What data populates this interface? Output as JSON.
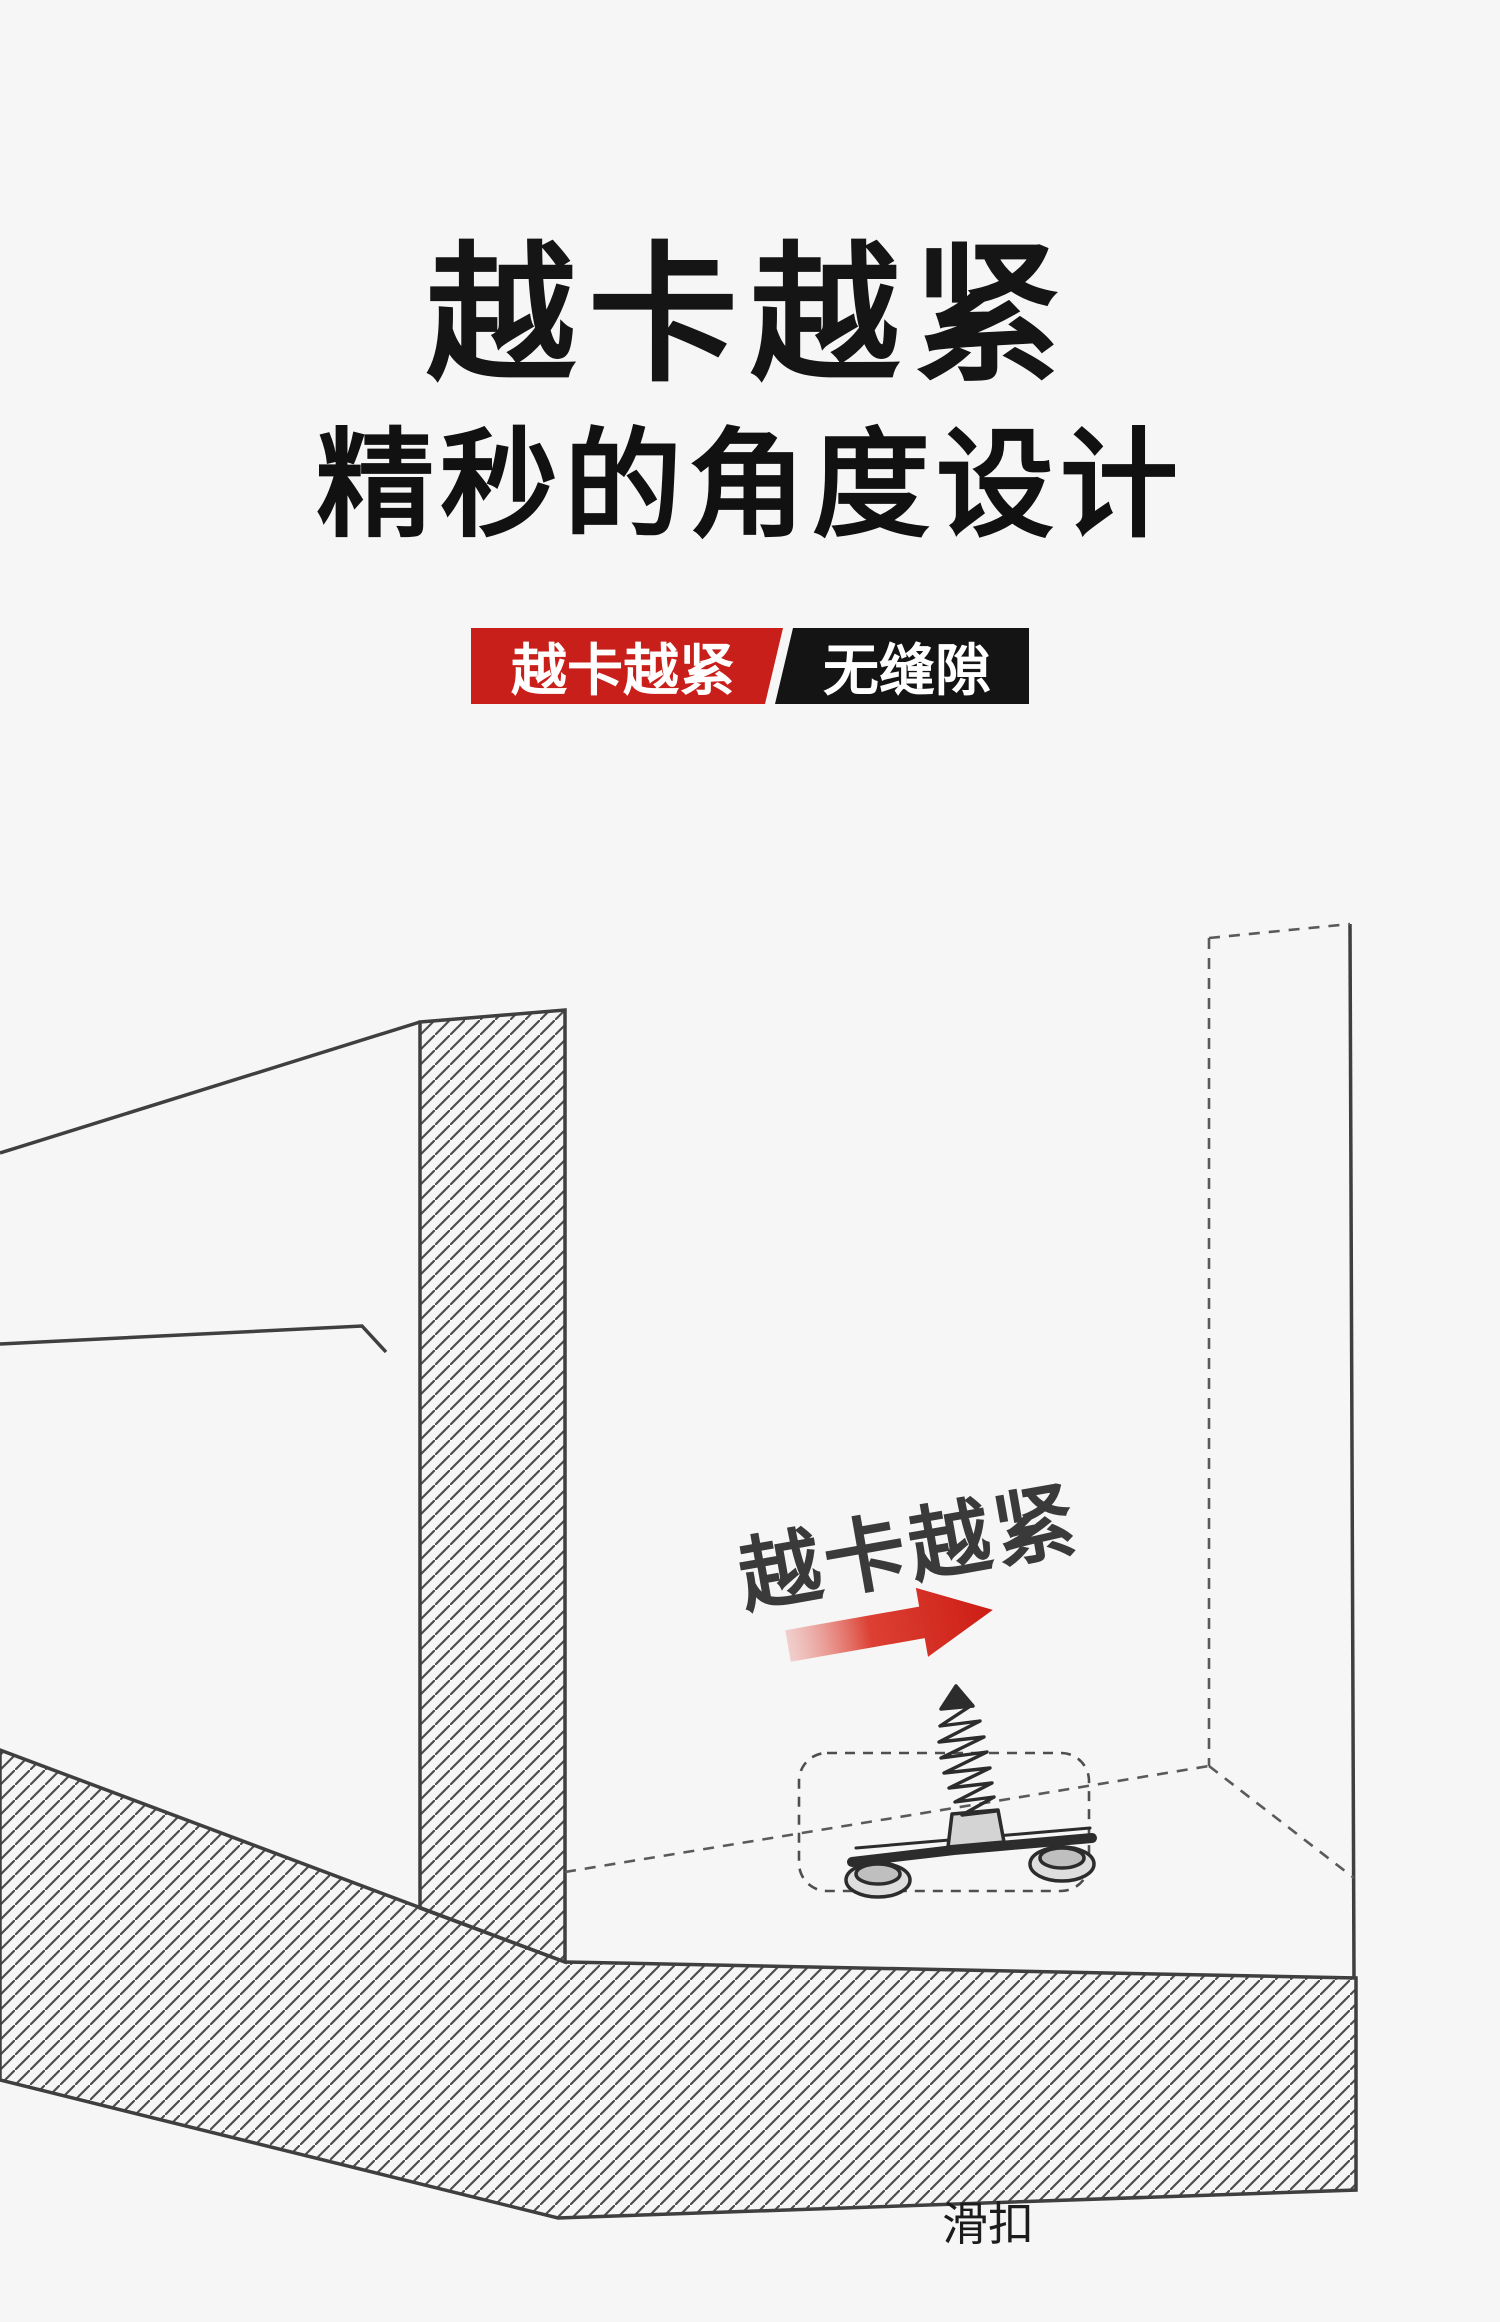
{
  "header": {
    "title": "越卡越紧",
    "subtitle": "精秒的角度设计",
    "badge_tight": "越卡越紧",
    "badge_seamless": "无缝隙"
  },
  "diagram": {
    "annotation": "越卡越紧",
    "part_label": "滑扣"
  },
  "colors": {
    "background": "#f6f6f7",
    "accent_red": "#c91f1b",
    "badge_black": "#141414",
    "line_color": "#3f3f3f",
    "annotation_color": "#3a3a3a"
  }
}
